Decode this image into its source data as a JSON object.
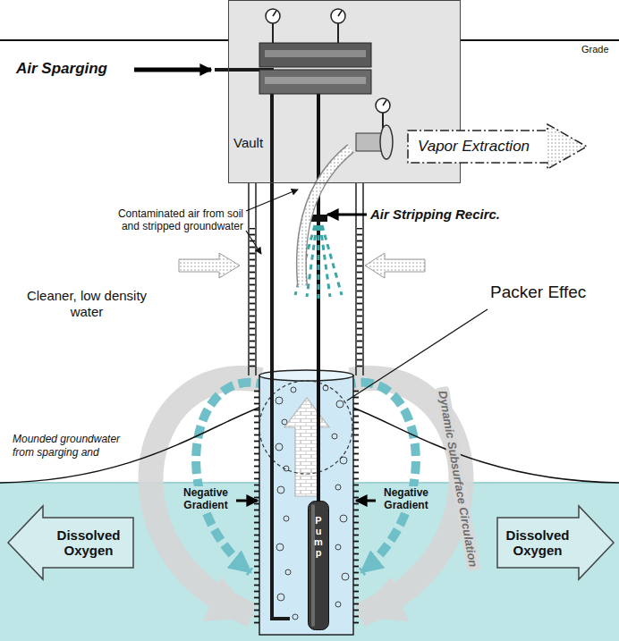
{
  "diagram": {
    "nodes": [
      {
        "text": [
          "Vault"
        ]
      },
      {
        "text": [
          "Vapor Extraction"
        ]
      },
      {
        "text": [
          "Pump"
        ]
      },
      {
        "text": [
          "Dissolved Oxygen"
        ]
      },
      {
        "text": [
          "Dissolved Oxygen"
        ]
      }
    ],
    "labels": [
      "Grade",
      "Air Sparging",
      "Contaminated air from soil and stripped groundwater",
      "Air Stripping Recirc.",
      "Cleaner, low density water",
      "Packer Effec",
      "Dynamic Subsurface Circulation",
      "Mounded groundwater from sparging and",
      "Negative Gradient",
      "Negative Gradient"
    ]
  }
}
